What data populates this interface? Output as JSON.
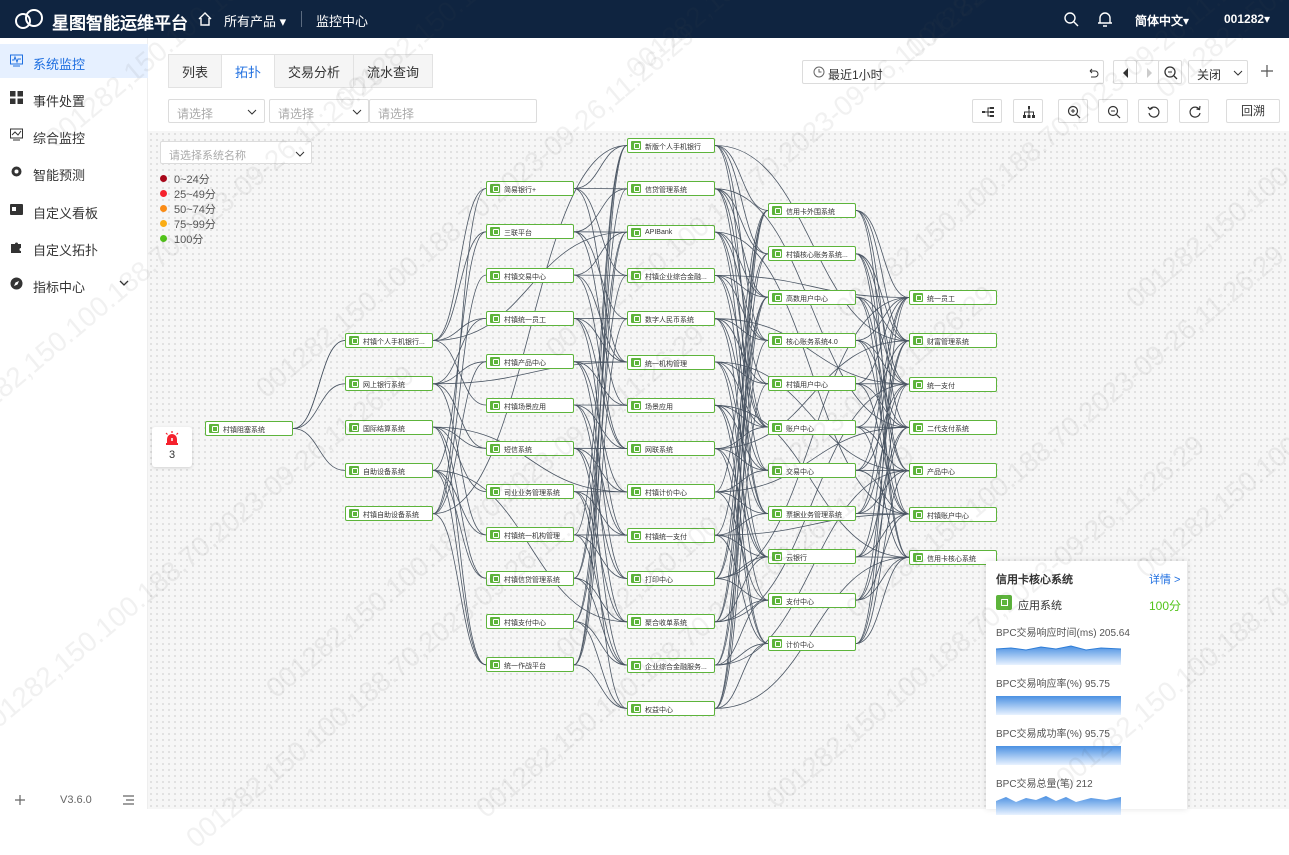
{
  "header": {
    "brand": "星图智能运维平台",
    "products": "所有产品 ▾",
    "monitor": "监控中心",
    "language": "简体中文▾",
    "user": "001282▾"
  },
  "sidebar": {
    "items": [
      {
        "label": "系统监控",
        "icon": "monitor-icon"
      },
      {
        "label": "事件处置",
        "icon": "grid-icon"
      },
      {
        "label": "综合监控",
        "icon": "screen-icon"
      },
      {
        "label": "智能预测",
        "icon": "gear-icon"
      },
      {
        "label": "自定义看板",
        "icon": "board-icon"
      },
      {
        "label": "自定义拓扑",
        "icon": "puzzle-icon"
      },
      {
        "label": "指标中心",
        "icon": "compass-icon"
      }
    ],
    "version": "V3.6.0"
  },
  "tabs": [
    "列表",
    "拓扑",
    "交易分析",
    "流水查询"
  ],
  "active_tab": "拓扑",
  "time_range": "最近1小时",
  "close_select": "关闭",
  "filters": {
    "f1": "请选择",
    "f2": "请选择",
    "f3": "请选择"
  },
  "back_label": "回溯",
  "system_select_placeholder": "请选择系统名称",
  "legend": [
    {
      "label": "0~24分",
      "color": "#a8071a"
    },
    {
      "label": "25~49分",
      "color": "#f5222d"
    },
    {
      "label": "50~74分",
      "color": "#fa8c16"
    },
    {
      "label": "75~99分",
      "color": "#faad14"
    },
    {
      "label": "100分",
      "color": "#52c41a"
    }
  ],
  "alarm_count": "3",
  "nodes": {
    "c0": [
      "村镇阻塞系统"
    ],
    "c1": [
      "村镇个人手机银行...",
      "网上银行系统",
      "国际结算系统",
      "自助设备系统",
      "村镇自助设备系统"
    ],
    "c2": [
      "简易银行+",
      "三联平台",
      "村镇交易中心",
      "村镇统一员工",
      "村镇产品中心",
      "村镇场景应用",
      "短信系统",
      "司业业务管理系统",
      "村镇统一机构管理",
      "村镇信贷管理系统",
      "村镇支付中心",
      "统一作战平台"
    ],
    "c3": [
      "新版个人手机银行",
      "信贷管理系统",
      "APIBank",
      "村镇企业综合金融...",
      "数字人民币系统",
      "统一机构管理",
      "场景应用",
      "网联系统",
      "村镇计价中心",
      "村镇统一支付",
      "打印中心",
      "聚合收单系统",
      "企业综合金融服务...",
      "权益中心"
    ],
    "c4": [
      "信用卡外围系统",
      "村镇核心账务系统...",
      "高数用户中心",
      "核心账务系统4.0",
      "村镇用户中心",
      "账户中心",
      "交易中心",
      "票据业务管理系统",
      "云银行",
      "支付中心",
      "计价中心"
    ],
    "c5": [
      "统一员工",
      "财富管理系统",
      "统一支付",
      "二代支付系统",
      "产品中心",
      "村镇账户中心",
      "信用卡核心系统"
    ]
  },
  "panel": {
    "title": "信用卡核心系统",
    "detail": "详情 >",
    "type": "应用系统",
    "score": "100分",
    "metrics": [
      "BPC交易响应时间(ms)  205.64",
      "BPC交易响应率(%)  95.75",
      "BPC交易成功率(%)  95.75",
      "BPC交易总量(笔)  212"
    ]
  },
  "watermark": "001282,150.100.188.70,2023-09-26,11:26:29"
}
